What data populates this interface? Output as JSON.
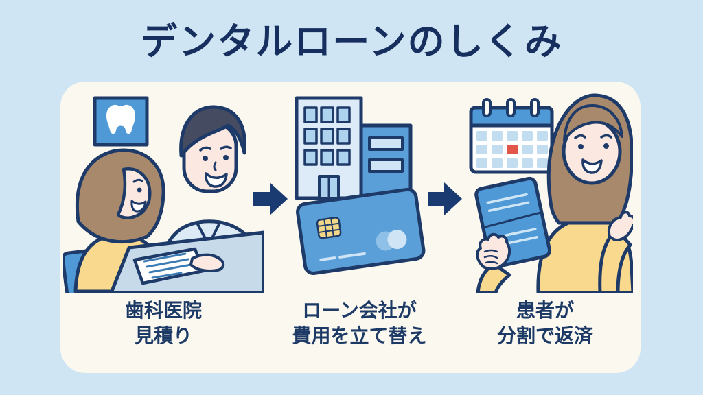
{
  "title": "デンタルローンのしくみ",
  "steps": [
    {
      "illustration": "dentist-clinic-estimate",
      "caption_line1": "歯科医院",
      "caption_line2": "見積り"
    },
    {
      "illustration": "loan-company-advances-cost",
      "caption_line1": "ローン会社が",
      "caption_line2": "費用を立て替え"
    },
    {
      "illustration": "patient-repays-in-installments",
      "caption_line1": "患者が",
      "caption_line2": "分割で返済"
    }
  ],
  "colors": {
    "background": "#cfe5f4",
    "card_background": "#faf8ef",
    "title_text": "#172f5e",
    "caption_text": "#1d3a66",
    "outline_navy": "#1e3a68",
    "arrow_navy": "#1a3a72",
    "primary_blue": "#4f9ad6",
    "medium_blue": "#5b9fd8",
    "light_blue": "#aed3ee",
    "pale_blue": "#dcebf7",
    "scrub_blue": "#dceaf6",
    "table_blue": "#c6daea",
    "accent_yellow": "#f8d98d",
    "skin": "#fbe9e1",
    "hair_brown": "#a8896c",
    "hair_dark": "#454c61",
    "calendar_red": "#e15649",
    "chip_gold": "#f3d788"
  }
}
